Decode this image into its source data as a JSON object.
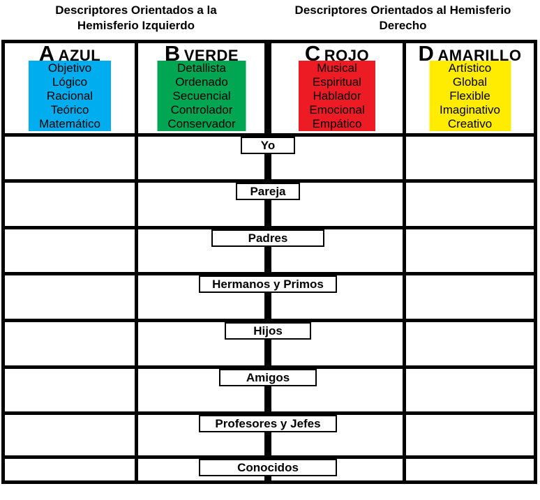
{
  "header": {
    "left_title": {
      "line1": "Descriptores Orientados a la",
      "line2": "Hemisferio Izquierdo"
    },
    "right_title": {
      "line1": "Descriptores Orientados al Hemisferio",
      "line2": "Derecho"
    }
  },
  "columns": [
    {
      "letter": "A",
      "name": "AZUL",
      "color": "#00AEEF",
      "descriptors": [
        "Objetivo",
        "Lógico",
        "Racional",
        "Teórico",
        "Matemático"
      ]
    },
    {
      "letter": "B",
      "name": "VERDE",
      "color": "#00A651",
      "descriptors": [
        "Detallista",
        "Ordenado",
        "Secuencial",
        "Controlador",
        "Conservador"
      ]
    },
    {
      "letter": "C",
      "name": "ROJO",
      "color": "#ED1C24",
      "descriptors": [
        "Musical",
        "Espiritual",
        "Hablador",
        "Emocional",
        "Empático"
      ]
    },
    {
      "letter": "D",
      "name": "AMARILLO",
      "color": "#FFEC00",
      "descriptors": [
        "Artístico",
        "Global",
        "Flexible",
        "Imaginativo",
        "Creativo"
      ]
    }
  ],
  "rows": [
    {
      "label": "Yo"
    },
    {
      "label": "Pareja"
    },
    {
      "label": "Padres"
    },
    {
      "label": "Hermanos y Primos"
    },
    {
      "label": "Hijos"
    },
    {
      "label": "Amigos"
    },
    {
      "label": "Profesores y Jefes"
    },
    {
      "label": "Conocidos"
    }
  ],
  "colors": {
    "border": "#000000",
    "background": "#FFFFFF",
    "text": "#000000"
  }
}
